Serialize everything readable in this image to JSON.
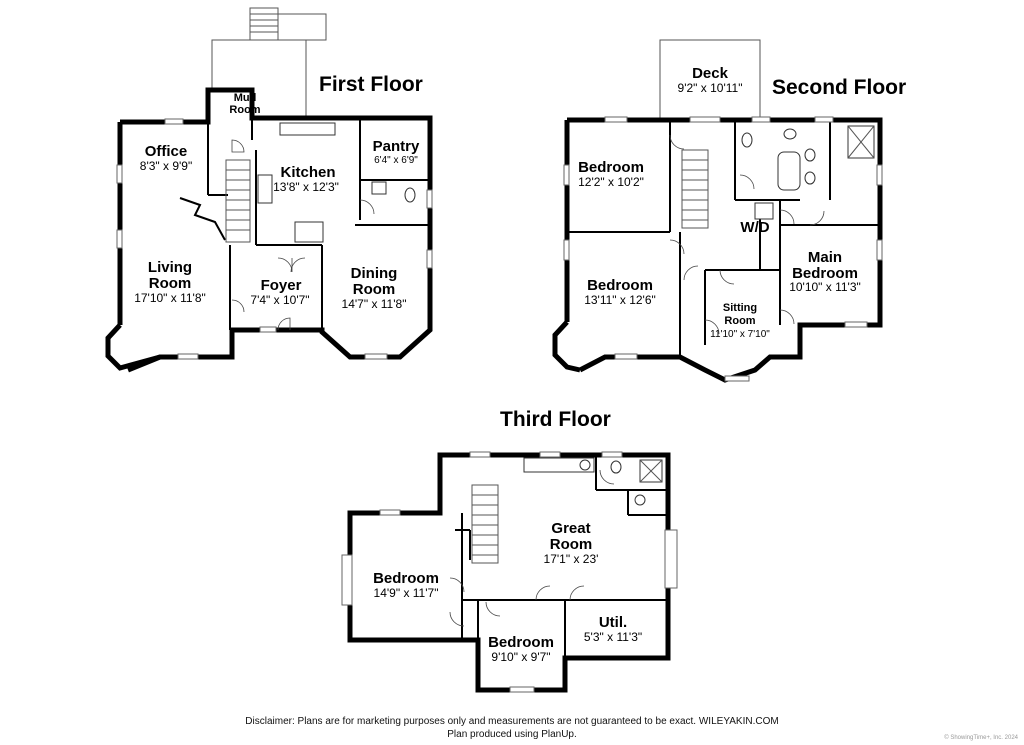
{
  "floors": {
    "first": {
      "title": "First Floor",
      "rooms": {
        "mud_room": {
          "name": "Mud Room",
          "line1": "Mud",
          "line2": "Room",
          "dim": ""
        },
        "office": {
          "name": "Office",
          "dim": "8'3\" x 9'9\""
        },
        "kitchen": {
          "name": "Kitchen",
          "dim": "13'8\" x 12'3\""
        },
        "pantry": {
          "name": "Pantry",
          "dim": "6'4\" x 6'9\""
        },
        "living_room": {
          "line1": "Living",
          "line2": "Room",
          "dim": "17'10\" x 11'8\""
        },
        "foyer": {
          "name": "Foyer",
          "dim": "7'4\" x 10'7\""
        },
        "dining_room": {
          "line1": "Dining",
          "line2": "Room",
          "dim": "14'7\" x 11'8\""
        }
      }
    },
    "second": {
      "title": "Second Floor",
      "rooms": {
        "deck": {
          "name": "Deck",
          "dim": "9'2\" x 10'11\""
        },
        "bedroom_a": {
          "name": "Bedroom",
          "dim": "12'2\" x 10'2\""
        },
        "wd": {
          "name": "W/D"
        },
        "main_bedroom": {
          "line1": "Main",
          "line2": "Bedroom",
          "dim": "10'10\" x 11'3\""
        },
        "bedroom_b": {
          "name": "Bedroom",
          "dim": "13'11\" x 12'6\""
        },
        "sitting_room": {
          "line1": "Sitting",
          "line2": "Room",
          "dim": "11'10\" x 7'10\""
        }
      }
    },
    "third": {
      "title": "Third Floor",
      "rooms": {
        "great_room": {
          "line1": "Great",
          "line2": "Room",
          "dim": "17'1\" x 23'"
        },
        "bedroom_a": {
          "name": "Bedroom",
          "dim": "14'9\" x 11'7\""
        },
        "util": {
          "name": "Util.",
          "dim": "5'3\" x 11'3\""
        },
        "bedroom_b": {
          "name": "Bedroom",
          "dim": "9'10\" x 9'7\""
        }
      }
    }
  },
  "footer": {
    "disclaimer": "Disclaimer: Plans are for marketing purposes only and measurements are not guaranteed to be exact. WILEYAKIN.COM",
    "credit": "Plan produced using PlanUp.",
    "watermark": "© ShowingTime+, Inc. 2024"
  },
  "colors": {
    "wall": "#000000",
    "background": "#ffffff"
  }
}
